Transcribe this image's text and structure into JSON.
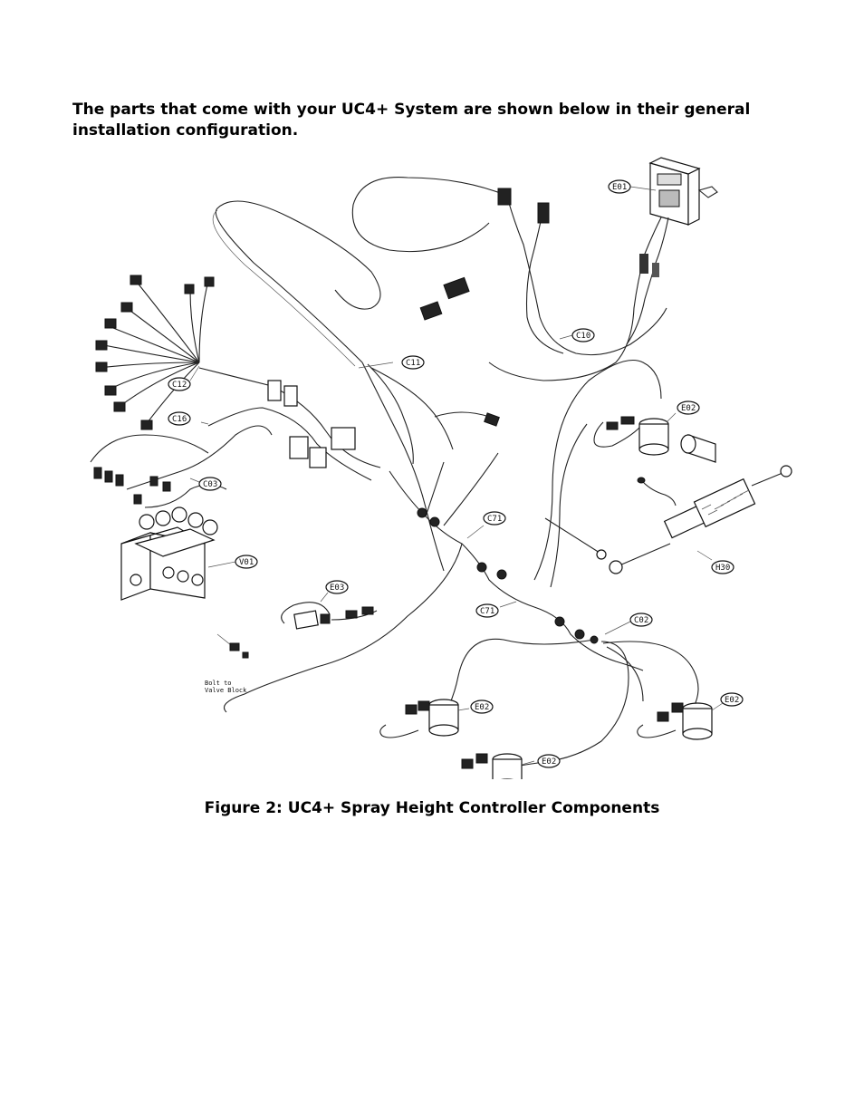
{
  "intro_text": "The parts that come with your UC4+ System are shown below in their general installation configuration.",
  "figure": {
    "caption": "Figure 2: UC4+ Spray Height Controller Components",
    "labels": {
      "e01": "E01",
      "c10": "C10",
      "c11": "C11",
      "c12": "C12",
      "c16": "C16",
      "c03": "C03",
      "v01": "V01",
      "e02_top": "E02",
      "e03": "E03",
      "c71_upper": "C71",
      "c71_lower": "C71",
      "c02": "C02",
      "h30": "H30",
      "e02_left": "E02",
      "e02_mid": "E02",
      "e02_right": "E02"
    },
    "note_line1": "Bolt to",
    "note_line2": "Valve Block"
  }
}
